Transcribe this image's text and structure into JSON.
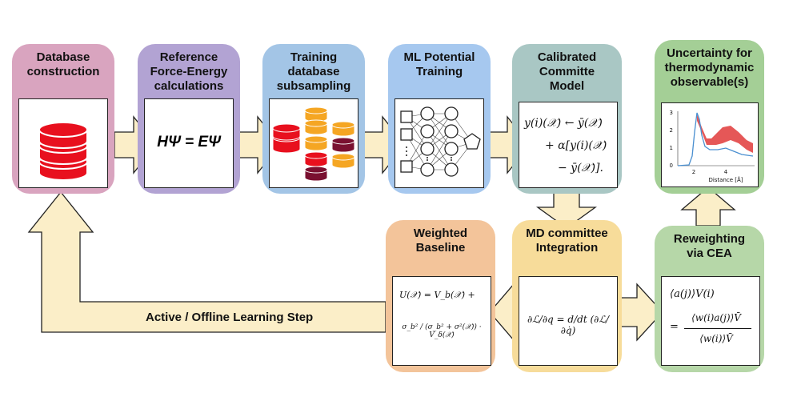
{
  "boxes": {
    "database": {
      "title": "Database\nconstruction",
      "color": "#d9a4bf"
    },
    "reference": {
      "title": "Reference\nForce-Energy\ncalculations",
      "color": "#b2a3d3",
      "equation": "HΨ = EΨ"
    },
    "training_db": {
      "title": "Training\ndatabase\nsubsampling",
      "color": "#a3c5e6"
    },
    "ml_potential": {
      "title": "ML Potential\nTraining",
      "color": "#a6c8ef"
    },
    "committee": {
      "title": "Calibrated\nCommitte\nModel",
      "color": "#a9c7c4",
      "eq_line1": "y(i)(𝒳) ← ȳ(𝒳)",
      "eq_line2": "+ α[y(i)(𝒳)",
      "eq_line3": "− ȳ(𝒳)]."
    },
    "uncertainty": {
      "title": "Uncertainty for\nthermodynamic\nobservable(s)",
      "color": "#a4cf96",
      "chart": {
        "xlabel": "Distance [Å]",
        "xticks": [
          "2",
          "4"
        ],
        "yticks": [
          "0",
          "1",
          "2",
          "3"
        ]
      }
    },
    "weighted": {
      "title": "Weighted\nBaseline",
      "color": "#f3c49a",
      "eq_line1": "U(𝒳) = V_b(𝒳) +",
      "eq_line2": "σ_b² / (σ_b² + σ²(𝒳)) · V_δ(𝒳)"
    },
    "md": {
      "title": "MD committee\nIntegration",
      "color": "#f7dc9a",
      "eq": "∂ℒ/∂q = d/dt (∂ℒ/∂q̇)"
    },
    "reweighting": {
      "title": "Reweighting\nvia CEA",
      "color": "#b6d7a8",
      "eq_line1": "⟨a(j)⟩V(i)",
      "eq_line2": "⟨w(i)a(j)⟩V̄",
      "eq_line3": "⟨w(i)⟩V̄"
    }
  },
  "loop_label": "Active / Offline Learning Step",
  "colors": {
    "arrow_fill": "#fbeec8",
    "db_red": "#e8101e",
    "orange": "#f5a623",
    "maroon": "#7a1030"
  }
}
